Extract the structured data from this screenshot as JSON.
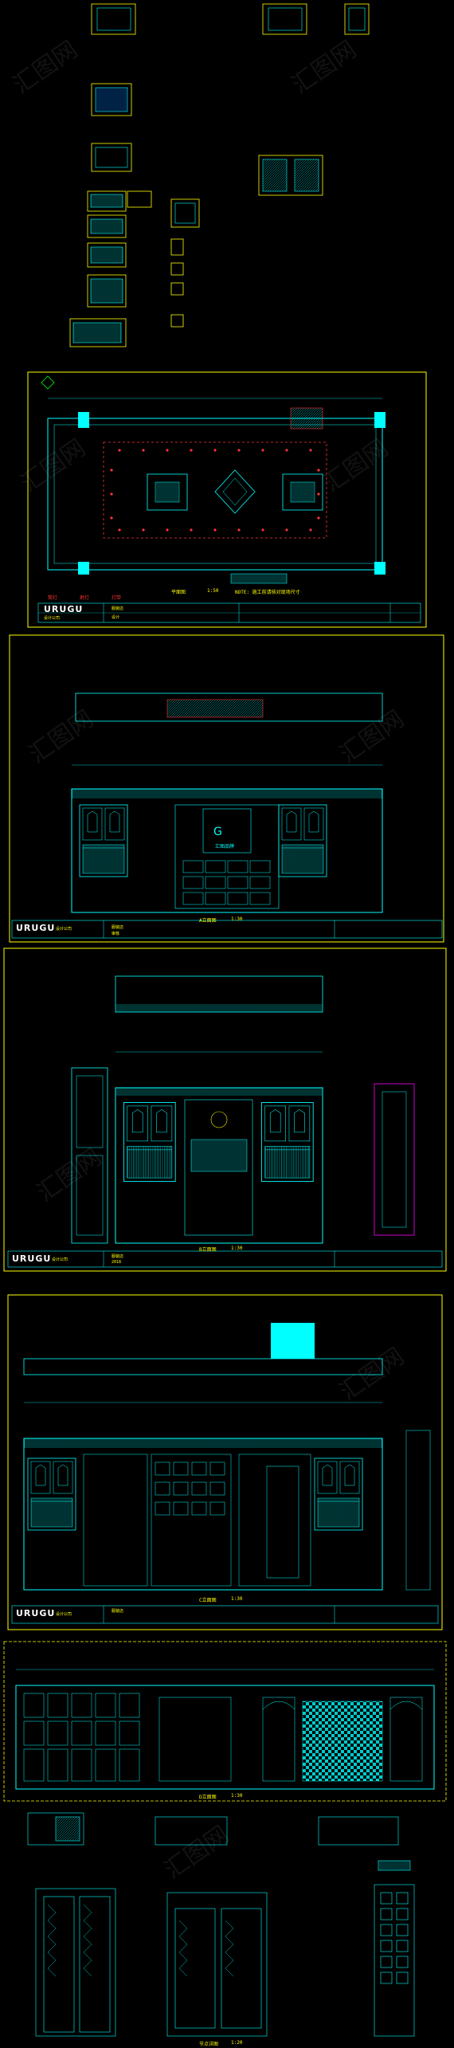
{
  "brand": {
    "logo": "URUGU",
    "logo_sub": "设计公司"
  },
  "watermark": "汇图网",
  "sheets": [
    {
      "id": "plan",
      "title": "平面图",
      "scale": "1:50",
      "note": "NOTE: 施工前请核对现场尺寸",
      "legend": [
        "筒灯",
        "射灯",
        "灯带"
      ]
    },
    {
      "id": "elev-a",
      "title": "A立面图",
      "scale": "1:30",
      "sign": "汇图品牌"
    },
    {
      "id": "elev-b",
      "title": "B立面图",
      "scale": "1:30"
    },
    {
      "id": "elev-c",
      "title": "C立面图",
      "scale": "1:30"
    },
    {
      "id": "elev-d",
      "title": "D立面图",
      "scale": "1:30"
    },
    {
      "id": "detail",
      "title": "节点详图",
      "scale": "1:20"
    }
  ],
  "titleblock": {
    "project": "服装店",
    "drawn": "设计",
    "check": "审核",
    "date": "2018"
  },
  "colors": {
    "cyan": "#00ffff",
    "yellow": "#ffff00",
    "red": "#ff3333",
    "magenta": "#ff00ff",
    "green": "#00ff00",
    "white": "#ffffff"
  }
}
